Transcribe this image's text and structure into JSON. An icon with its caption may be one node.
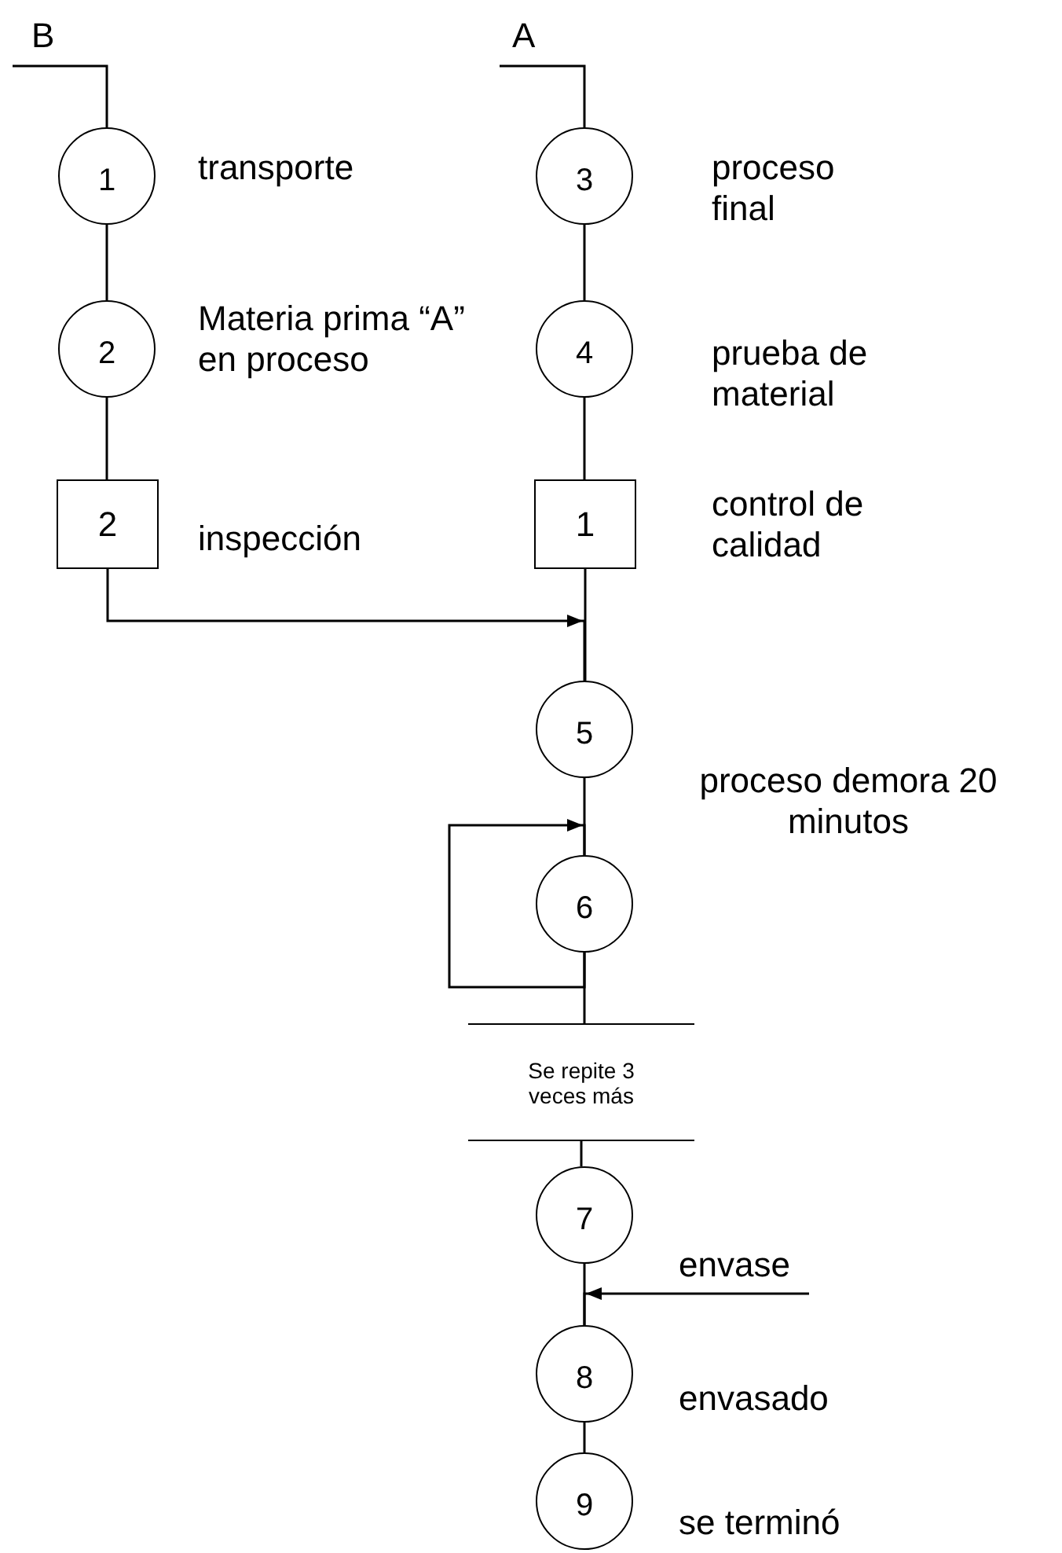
{
  "diagram": {
    "nodes": [
      {
        "text": [
          "B"
        ]
      },
      {
        "text": [
          "1"
        ],
        "beside": [
          "transporte"
        ]
      },
      {
        "text": [
          "2"
        ],
        "beside": [
          "Materia prima “A” en proceso"
        ]
      },
      {
        "text": [
          "2"
        ],
        "beside": [
          "inspección"
        ]
      },
      {
        "text": [
          "A"
        ]
      },
      {
        "text": [
          "3"
        ],
        "beside": [
          "proceso final"
        ]
      },
      {
        "text": [
          "4"
        ],
        "beside": [
          "prueba de material"
        ]
      },
      {
        "text": [
          "1"
        ],
        "beside": [
          "control de calidad"
        ]
      },
      {
        "text": [
          "5"
        ],
        "beside": [
          "proceso demora 20 minutos"
        ]
      },
      {
        "text": [
          "6"
        ]
      },
      {
        "text": [
          "Se repite 3 veces más"
        ]
      },
      {
        "text": [
          "7"
        ]
      },
      {
        "text": [
          "8"
        ],
        "beside": [
          "envasado"
        ]
      },
      {
        "text": [
          "9"
        ],
        "beside": [
          "se terminó"
        ]
      }
    ],
    "edges": [
      {
        "from": 0,
        "to": 1,
        "arrow": "none"
      },
      {
        "from": 1,
        "to": 2,
        "arrow": "none"
      },
      {
        "from": 2,
        "to": 3,
        "arrow": "none"
      },
      {
        "from": 4,
        "to": 5,
        "arrow": "none"
      },
      {
        "from": 5,
        "to": 6,
        "arrow": "none"
      },
      {
        "from": 6,
        "to": 7,
        "arrow": "none"
      },
      {
        "from": 7,
        "to": 8,
        "arrow": "none"
      },
      {
        "from": 3,
        "to": 8,
        "arrow": "to"
      },
      {
        "from": 8,
        "to": 9,
        "arrow": "none"
      },
      {
        "from": 9,
        "to": 9,
        "arrow": "to"
      },
      {
        "from": 9,
        "to": 10,
        "arrow": "none"
      },
      {
        "from": 10,
        "to": 11,
        "arrow": "none"
      },
      {
        "from": 11,
        "to": 12,
        "arrow": "none"
      },
      {
        "from": null,
        "to": 12,
        "arrow": "to",
        "label": "envase"
      },
      {
        "from": 12,
        "to": 13,
        "arrow": "none"
      }
    ]
  }
}
